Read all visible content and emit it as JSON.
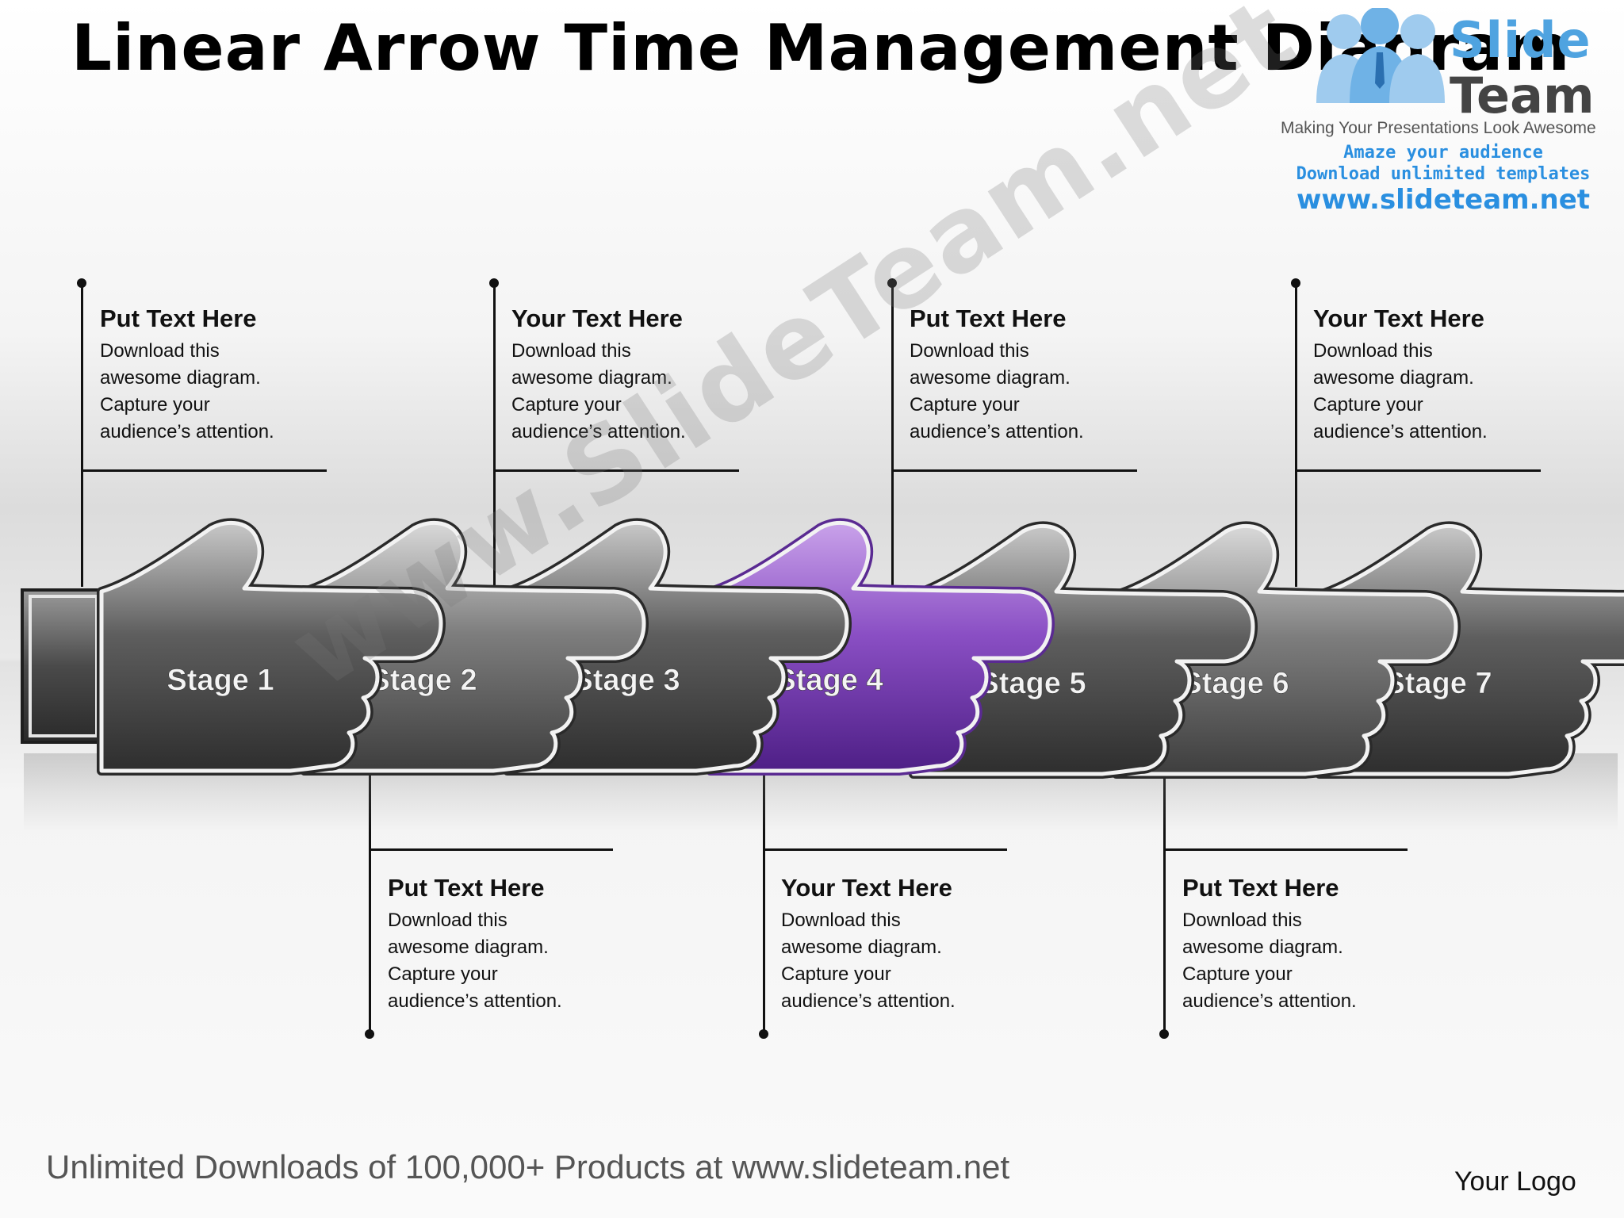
{
  "title": "Linear Arrow Time Management Diagram",
  "brand": {
    "name_part1": "Slide",
    "name_part2": "Team",
    "tagline": "Making Your Presentations Look Awesome",
    "line1": "Amaze your audience",
    "line2": "Download unlimited templates",
    "url": "www.slideteam.net"
  },
  "stages": [
    {
      "label": "Stage 1",
      "highlight": false
    },
    {
      "label": "Stage 2",
      "highlight": false
    },
    {
      "label": "Stage 3",
      "highlight": false
    },
    {
      "label": "Stage 4",
      "highlight": true
    },
    {
      "label": "Stage 5",
      "highlight": false
    },
    {
      "label": "Stage 6",
      "highlight": false
    },
    {
      "label": "Stage 7",
      "highlight": false
    }
  ],
  "callouts_top": [
    {
      "heading": "Put Text Here",
      "body": "Download this\nawesome diagram.\nCapture your\naudience’s attention."
    },
    {
      "heading": "Your Text Here",
      "body": "Download this\nawesome diagram.\nCapture your\naudience’s attention."
    },
    {
      "heading": "Put Text Here",
      "body": "Download this\nawesome diagram.\nCapture your\naudience’s attention."
    },
    {
      "heading": "Your Text Here",
      "body": "Download this\nawesome diagram.\nCapture your\naudience’s attention."
    }
  ],
  "callouts_bottom": [
    {
      "heading": "Put Text Here",
      "body": "Download this\nawesome diagram.\nCapture your\naudience’s attention."
    },
    {
      "heading": "Your Text Here",
      "body": "Download this\nawesome diagram.\nCapture your\naudience’s attention."
    },
    {
      "heading": "Put Text Here",
      "body": "Download this\nawesome diagram.\nCapture your\naudience’s attention."
    }
  ],
  "watermark": "www.SlideTeam.net",
  "footer": "Unlimited Downloads of 100,000+ Products at www.slideteam.net",
  "logo_text": "Your Logo",
  "colors": {
    "hand_gray": "#6e6e6e",
    "hand_highlight": "#7a3fb0",
    "brand_blue": "#2a8fe0"
  }
}
